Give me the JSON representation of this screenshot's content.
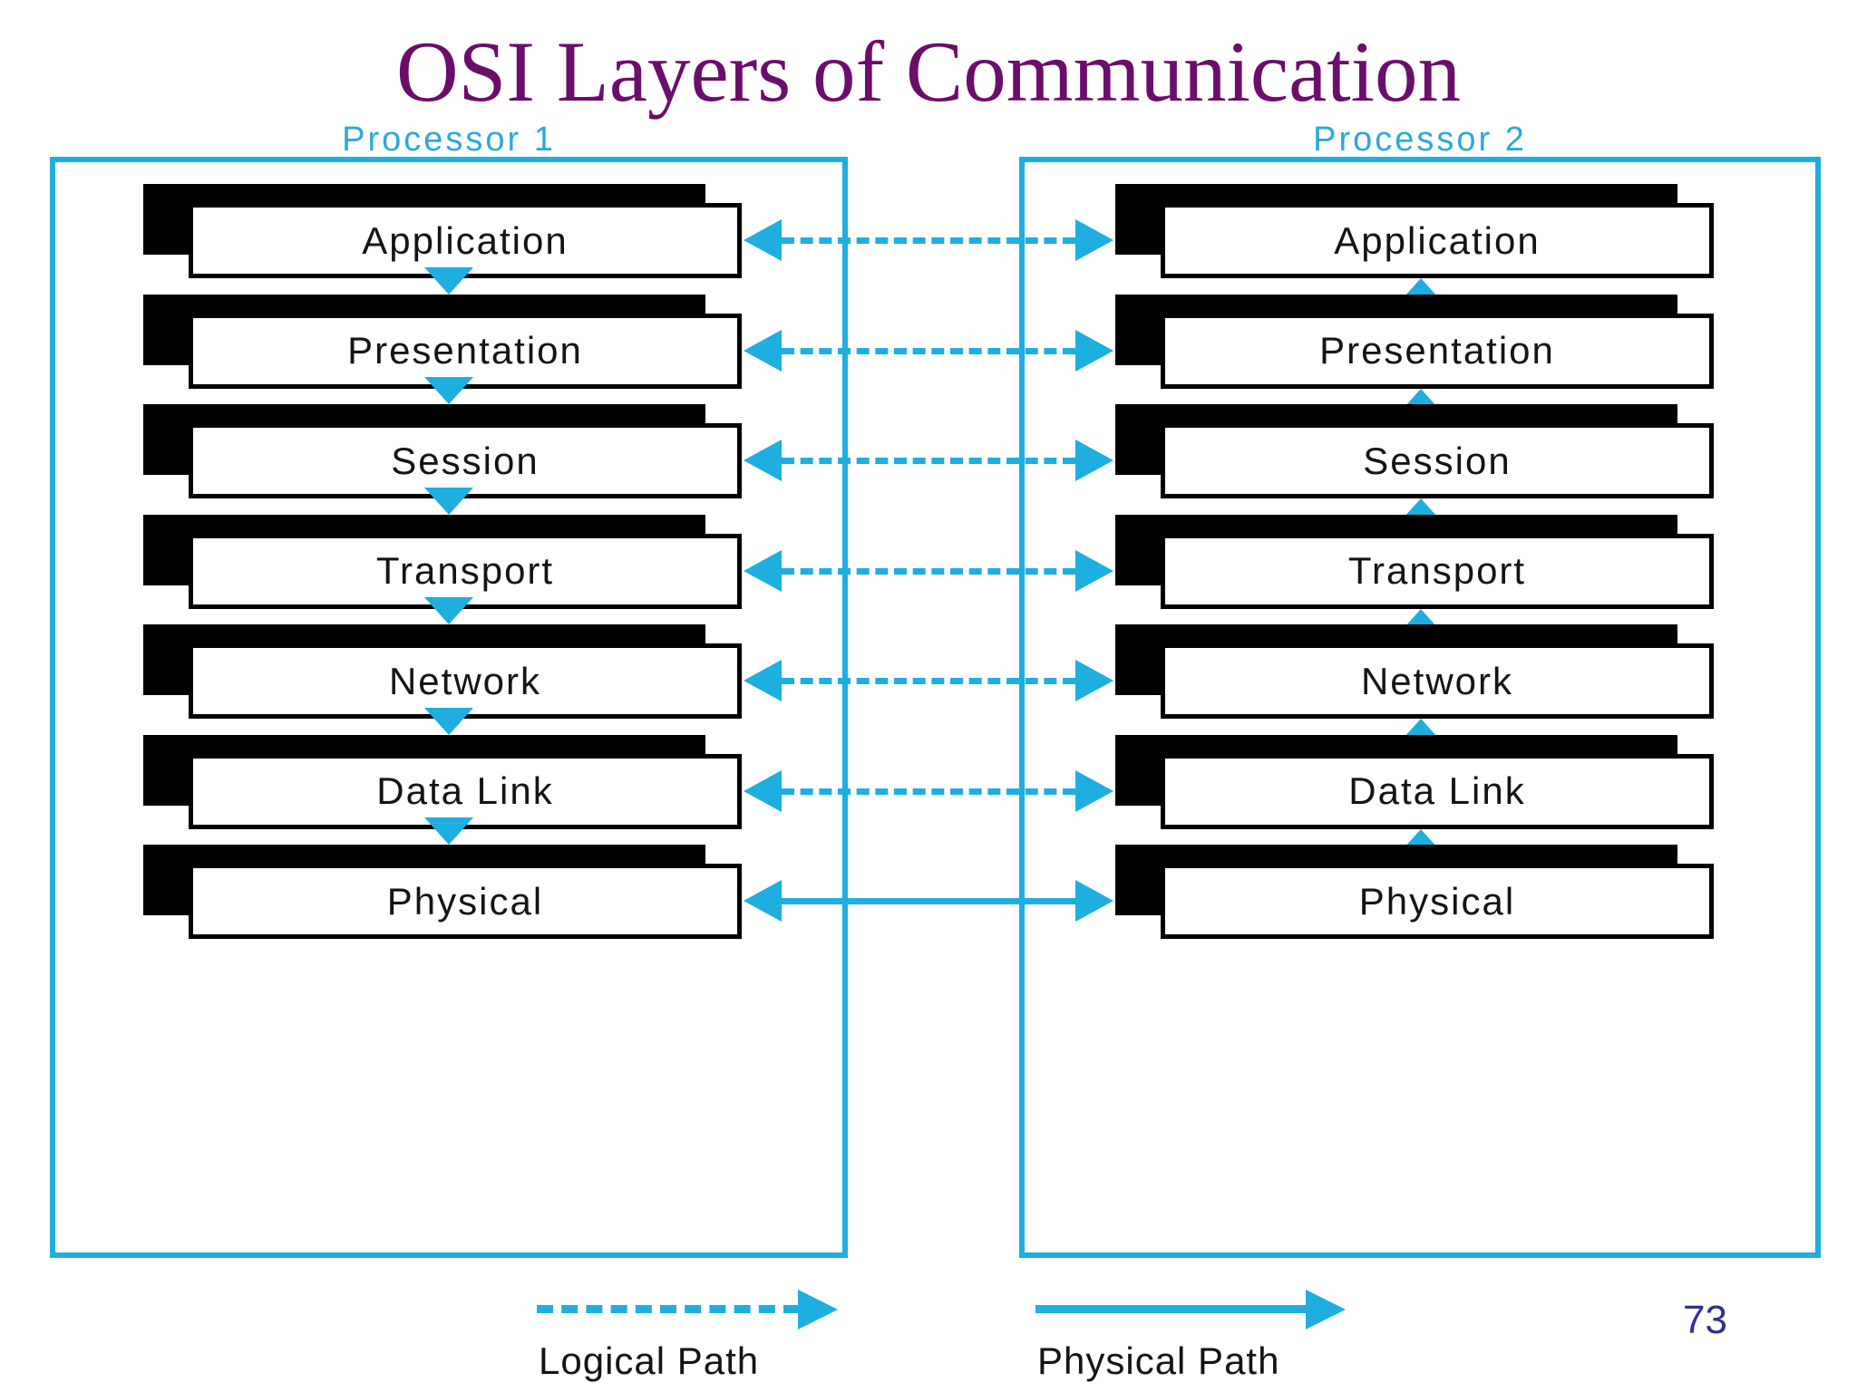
{
  "slide": {
    "title": "OSI Layers of Communication",
    "title_color": "#6b0d6b",
    "accent_color": "#1eaee0",
    "page_number": "73"
  },
  "processors": [
    {
      "caption": "Processor 1",
      "flow": "down"
    },
    {
      "caption": "Processor 2",
      "flow": "up"
    }
  ],
  "layers": [
    {
      "name": "Application"
    },
    {
      "name": "Presentation"
    },
    {
      "name": "Session"
    },
    {
      "name": "Transport"
    },
    {
      "name": "Network"
    },
    {
      "name": "Data Link"
    },
    {
      "name": "Physical"
    }
  ],
  "connectors": [
    {
      "layer": "Application",
      "kind": "logical"
    },
    {
      "layer": "Presentation",
      "kind": "logical"
    },
    {
      "layer": "Session",
      "kind": "logical"
    },
    {
      "layer": "Transport",
      "kind": "logical"
    },
    {
      "layer": "Network",
      "kind": "logical"
    },
    {
      "layer": "Data Link",
      "kind": "logical"
    },
    {
      "layer": "Physical",
      "kind": "physical"
    }
  ],
  "legend": [
    {
      "label": "Logical Path",
      "style": "dashed"
    },
    {
      "label": "Physical Path",
      "style": "solid"
    }
  ]
}
